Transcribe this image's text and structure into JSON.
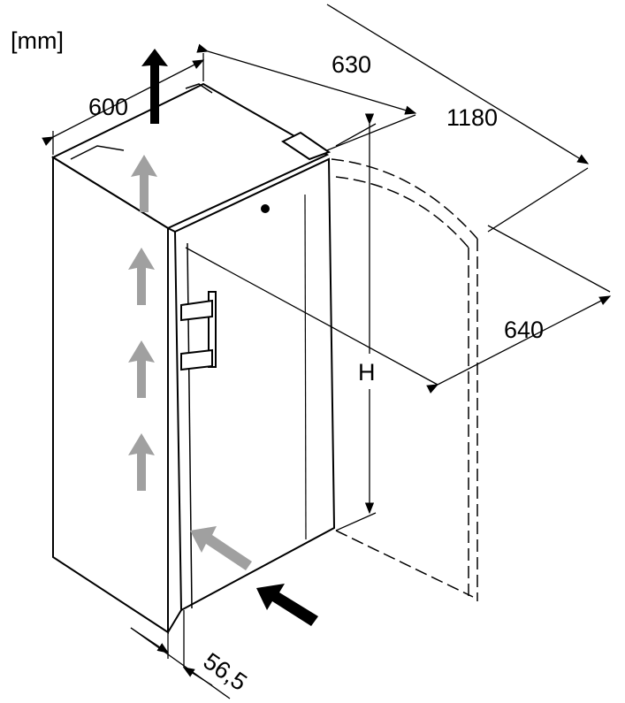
{
  "unit_label": "[mm]",
  "dimensions": {
    "width": "600",
    "depth": "630",
    "door_open_depth": "1180",
    "door_clearance": "640",
    "height": "H",
    "door_offset": "56,5"
  },
  "colors": {
    "line": "#000000",
    "arrow_gray": "#a0a0a0"
  }
}
